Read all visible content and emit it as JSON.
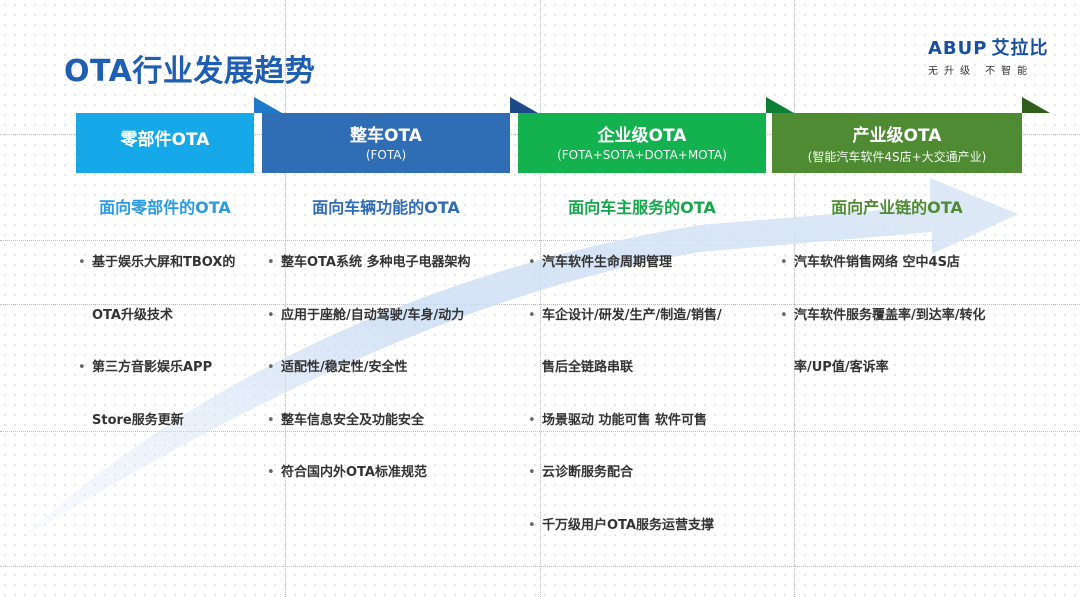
{
  "title": "OTA行业发展趋势",
  "logo": {
    "brand": "ABUP",
    "brand_cn": "艾拉比",
    "tagline": "无升级 不智能"
  },
  "stages": [
    {
      "name": "零部件OTA",
      "sub": "",
      "color": "#16a8e8",
      "tab_color": "#1f78c8"
    },
    {
      "name": "整车OTA",
      "sub": "(FOTA)",
      "color": "#2f6db5",
      "tab_color": "#1c4a86"
    },
    {
      "name": "企业级OTA",
      "sub": "(FOTA+SOTA+DOTA+MOTA)",
      "color": "#14b14f",
      "tab_color": "#0b7f34"
    },
    {
      "name": "产业级OTA",
      "sub": "(智能汽车软件4S店+大交通产业)",
      "color": "#4e8b32",
      "tab_color": "#2f5e1d"
    }
  ],
  "headings": [
    {
      "text": "面向零部件的OTA",
      "color": "#2a9be2"
    },
    {
      "text": "面向车辆功能的OTA",
      "color": "#2f6db5"
    },
    {
      "text": "面向车主服务的OTA",
      "color": "#14a84b"
    },
    {
      "text": "面向产业链的OTA",
      "color": "#4e8b32"
    }
  ],
  "columns": [
    {
      "lines": [
        {
          "bullet": true,
          "text": "基于娱乐大屏和TBOX的"
        },
        {
          "bullet": false,
          "text": "OTA升级技术"
        },
        {
          "bullet": true,
          "text": "第三方音影娱乐APP"
        },
        {
          "bullet": false,
          "text": "Store服务更新"
        }
      ]
    },
    {
      "lines": [
        {
          "bullet": true,
          "text": "整车OTA系统 多种电子电器架构"
        },
        {
          "bullet": true,
          "text": "应用于座舱/自动驾驶/车身/动力"
        },
        {
          "bullet": true,
          "text": "适配性/稳定性/安全性"
        },
        {
          "bullet": true,
          "text": "整车信息安全及功能安全"
        },
        {
          "bullet": true,
          "text": "符合国内外OTA标准规范"
        }
      ]
    },
    {
      "lines": [
        {
          "bullet": true,
          "text": "汽车软件生命周期管理"
        },
        {
          "bullet": true,
          "text": "车企设计/研发/生产/制造/销售/"
        },
        {
          "bullet": false,
          "text": "售后全链路串联"
        },
        {
          "bullet": true,
          "text": "场景驱动 功能可售 软件可售"
        },
        {
          "bullet": true,
          "text": "云诊断服务配合"
        },
        {
          "bullet": true,
          "text": "千万级用户OTA服务运营支撑"
        }
      ]
    },
    {
      "lines": [
        {
          "bullet": true,
          "text": "汽车软件销售网络 空中4S店"
        },
        {
          "bullet": true,
          "text": "汽车软件服务覆盖率/到达率/转化"
        },
        {
          "bullet": false,
          "text": "率/UP值/客诉率"
        }
      ]
    }
  ]
}
